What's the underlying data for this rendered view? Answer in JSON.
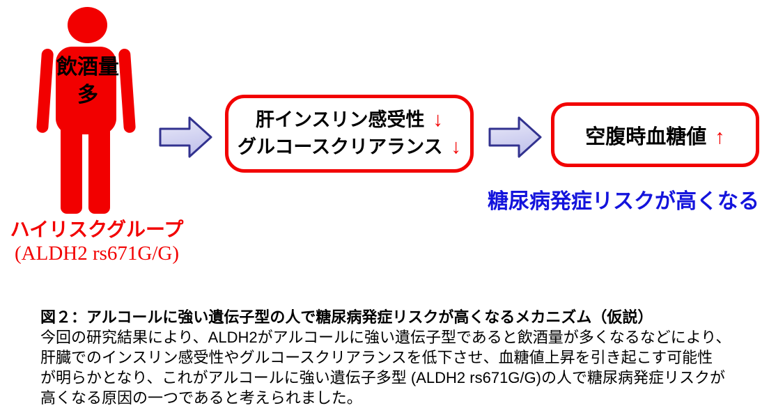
{
  "colors": {
    "red": "#f20000",
    "blue": "#1414dc",
    "arrow_border": "#32328f",
    "arrow_fill_top": "#ebebf9",
    "arrow_fill_bottom": "#c2c3ec"
  },
  "diagram": {
    "person": {
      "line1": "飲酒量",
      "line2": "多"
    },
    "high_risk": {
      "line1": "ハイリスクグループ",
      "line2": "(ALDH2 rs671G/G)"
    },
    "box1": {
      "line1": "肝インスリン感受性",
      "line1_arrow": "↓",
      "line2": "グルコースクリアランス",
      "line2_arrow": "↓"
    },
    "box2": {
      "text": "空腹時血糖値",
      "arrow": "↑"
    },
    "risk_note": "糖尿病発症リスクが高くなる"
  },
  "caption": {
    "title": "図２：アルコールに強い遺伝子型の人で糖尿病発症リスクが高くなるメカニズム（仮説）",
    "lines": [
      "今回の研究結果により、ALDH2がアルコールに強い遺伝子型であると飲酒量が多くなるなどにより、",
      "肝臓でのインスリン感受性やグルコースクリアランスを低下させ、血糖値上昇を引き起こす可能性",
      "が明らかとなり、これがアルコールに強い遺伝子多型 (ALDH2 rs671G/G)の人で糖尿病発症リスクが",
      "高くなる原因の一つであると考えられました。"
    ]
  }
}
